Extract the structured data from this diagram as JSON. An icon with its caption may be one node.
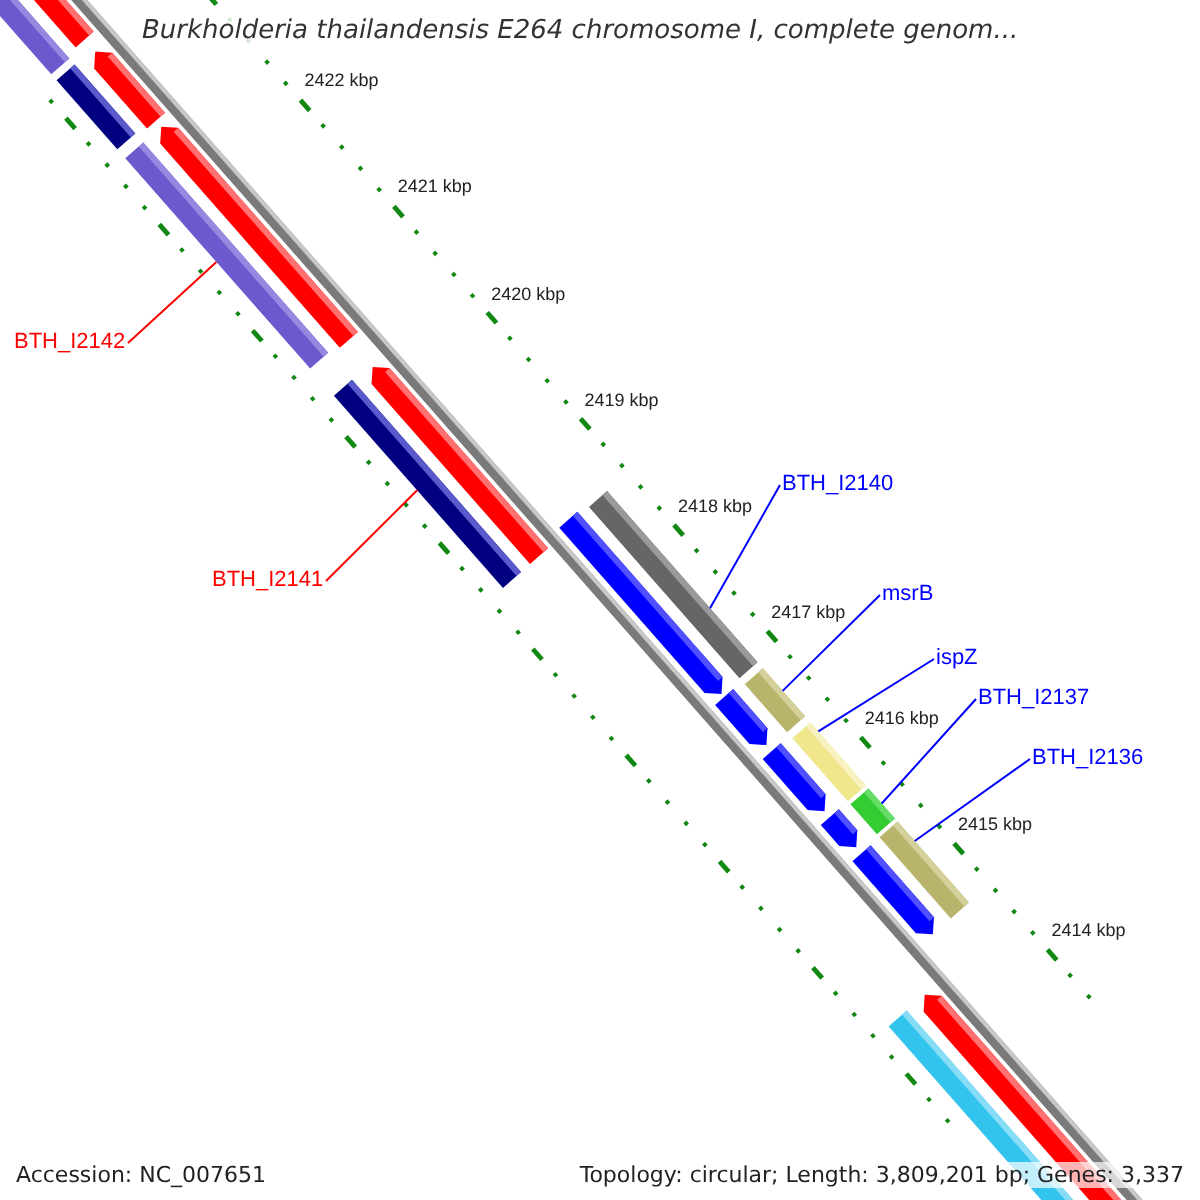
{
  "diagram": {
    "title": "Burkholderia thailandensis E264 chromosome I, complete genom...",
    "nodes": [
      {
        "text": [
          "BTH_I2142"
        ]
      },
      {
        "text": [
          "BTH_I2141"
        ]
      },
      {
        "text": [
          "BTH_I2140"
        ]
      },
      {
        "text": [
          "msrB"
        ]
      },
      {
        "text": [
          "ispZ"
        ]
      },
      {
        "text": [
          "BTH_I2137"
        ]
      },
      {
        "text": [
          "BTH_I2136"
        ]
      },
      {
        "text": [],
        "shape": "bar"
      },
      {
        "text": [],
        "shape": "bar"
      },
      {
        "text": [],
        "shape": "bar"
      },
      {
        "text": [],
        "shape": "bar"
      },
      {
        "text": [],
        "shape": "bar"
      },
      {
        "text": [],
        "shape": "bar"
      },
      {
        "text": [],
        "shape": "bar"
      }
    ],
    "edges": [
      {
        "from": 0,
        "to": 7,
        "arrow": "none",
        "color": "#ff0000"
      },
      {
        "from": 1,
        "to": 8,
        "arrow": "none",
        "color": "#ff0000"
      },
      {
        "from": 2,
        "to": 9,
        "arrow": "none"
      },
      {
        "from": 3,
        "to": 10,
        "arrow": "none"
      },
      {
        "from": 4,
        "to": 11,
        "arrow": "none"
      },
      {
        "from": 5,
        "to": 12,
        "arrow": "none"
      },
      {
        "from": 6,
        "to": 13,
        "arrow": "none"
      }
    ],
    "labels": [
      "2422 kbp",
      "2421 kbp",
      "2420 kbp",
      "2419 kbp",
      "2418 kbp",
      "2417 kbp",
      "2416 kbp",
      "2415 kbp",
      "2414 kbp",
      "Accession: NC_007651",
      "Topology: circular; Length: 3,809,201 bp; Genes: 3,337"
    ]
  }
}
